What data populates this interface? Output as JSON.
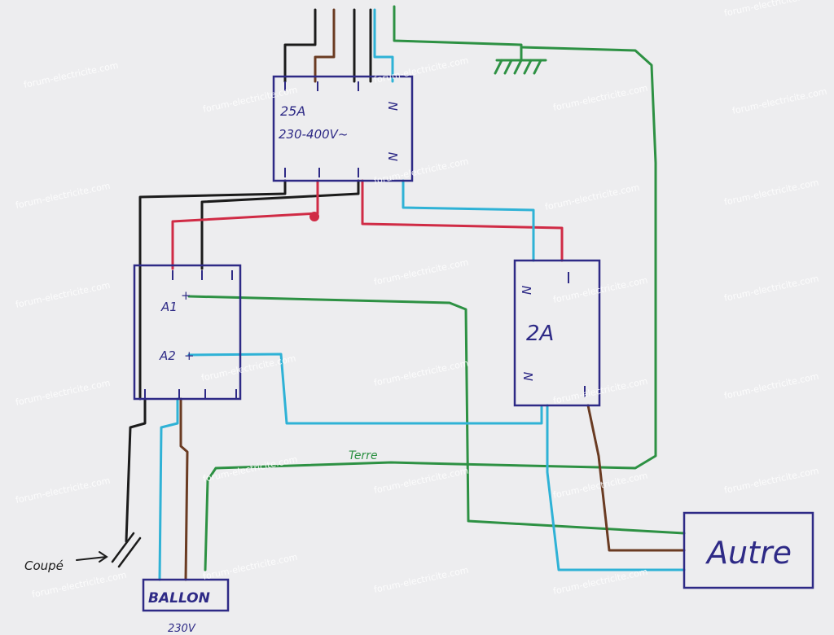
{
  "colors": {
    "paper": "#f1f1f3",
    "ink": "#2e2a86",
    "black": "#1b1b1b",
    "brown": "#6a3b22",
    "blue": "#2fb2d6",
    "green": "#2d9143",
    "red": "#d02b45",
    "watermark": "#ffffff"
  },
  "watermark": {
    "text": "forum-electricite.com"
  },
  "breaker_main": {
    "rating": "25A",
    "voltage": "230-400V~",
    "neutral_top": "N",
    "neutral_bottom": "N"
  },
  "contactor": {
    "coil_a1": "A1",
    "coil_a2": "A2",
    "plus": "+"
  },
  "breaker_2a": {
    "rating": "2A",
    "neutral_top": "N",
    "neutral_bottom": "N"
  },
  "labels": {
    "terre": "Terre",
    "coupe": "Coupé",
    "ballon": "BALLON",
    "ballon_voltage": "230V",
    "autre": "Autre"
  },
  "icons": {
    "ground": "ground-symbol-icon",
    "cut": "cut-wire-icon",
    "arrow": "arrow-right-icon"
  }
}
